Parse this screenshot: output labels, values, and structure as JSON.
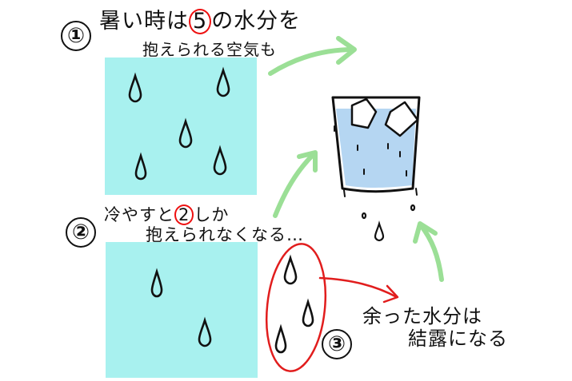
{
  "step1": {
    "number": "①",
    "line1_before": "暑い時は",
    "line1_highlight": "5",
    "line1_after": "の水分を",
    "line2": "抱えられる空気も"
  },
  "step2": {
    "number": "②",
    "line1_before": "冷やすと",
    "line1_highlight": "2",
    "line1_after": "しか",
    "line2": "抱えられなくなる…"
  },
  "step3": {
    "number": "③",
    "line1": "余った水分は",
    "line2": "結露になる"
  },
  "colors": {
    "air_box": "#a8f1ef",
    "glass_water": "#b5d6f2",
    "green_arrow": "#9bdf96",
    "red_mark": "#e11d1d",
    "outline": "#111111"
  }
}
